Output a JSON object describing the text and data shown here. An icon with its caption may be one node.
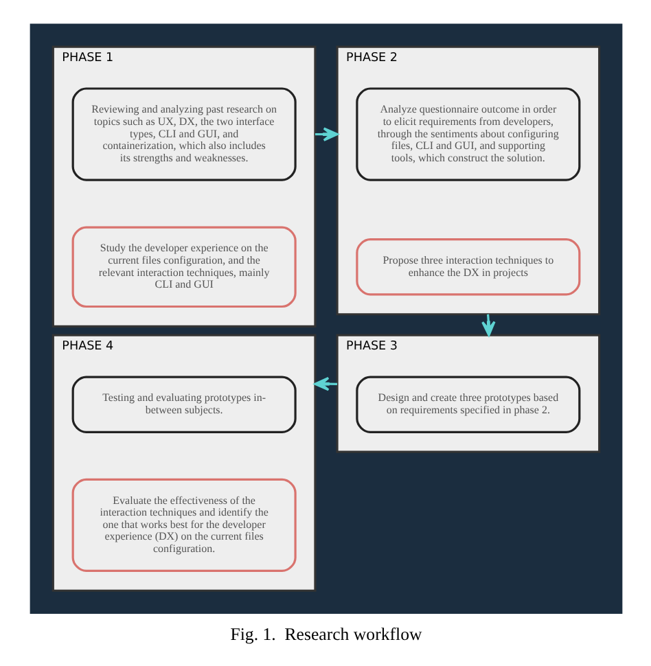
{
  "diagram": {
    "caption": "Fig. 1.  Research workflow",
    "nodes": [
      {
        "text": [],
        "shape": "box"
      },
      {
        "text": [
          "PHASE 1"
        ],
        "in": 0
      },
      {
        "text": [
          "Reviewing and analyzing past research on topics such as UX, DX, the two interface types, CLI and GUI, and containerization, which also includes its strengths and weaknesses."
        ],
        "in": 1
      },
      {
        "text": [
          "Study the developer experience on the current files configuration, and the relevant interaction techniques, mainly CLI and GUI"
        ],
        "in": 1
      },
      {
        "text": [
          "PHASE 2"
        ],
        "in": 0
      },
      {
        "text": [
          "Analyze questionnaire outcome in order to elicit requirements from developers, through the sentiments about configuring files, CLI and GUI, and supporting tools, which construct the solution."
        ],
        "in": 4
      },
      {
        "text": [
          "Propose three interaction techniques to enhance the DX in projects"
        ],
        "in": 4
      },
      {
        "text": [
          "PHASE 3"
        ],
        "in": 0
      },
      {
        "text": [
          "Design and create three prototypes based on requirements specified in phase 2."
        ],
        "in": 7
      },
      {
        "text": [
          "PHASE 4"
        ],
        "in": 0
      },
      {
        "text": [
          "Testing and evaluating prototypes in-between subjects."
        ],
        "in": 9
      },
      {
        "text": [
          "Evaluate the effectiveness of the interaction techniques and identify the one that works best for the developer experience (DX) on the current files configuration."
        ],
        "in": 9
      }
    ],
    "edges": [
      {
        "from": 1,
        "to": 4,
        "arrow": "to",
        "color": "#5fd3d3"
      },
      {
        "from": 4,
        "to": 7,
        "arrow": "to",
        "color": "#5fd3d3"
      },
      {
        "from": 7,
        "to": 9,
        "arrow": "to",
        "color": "#5fd3d3"
      }
    ]
  }
}
